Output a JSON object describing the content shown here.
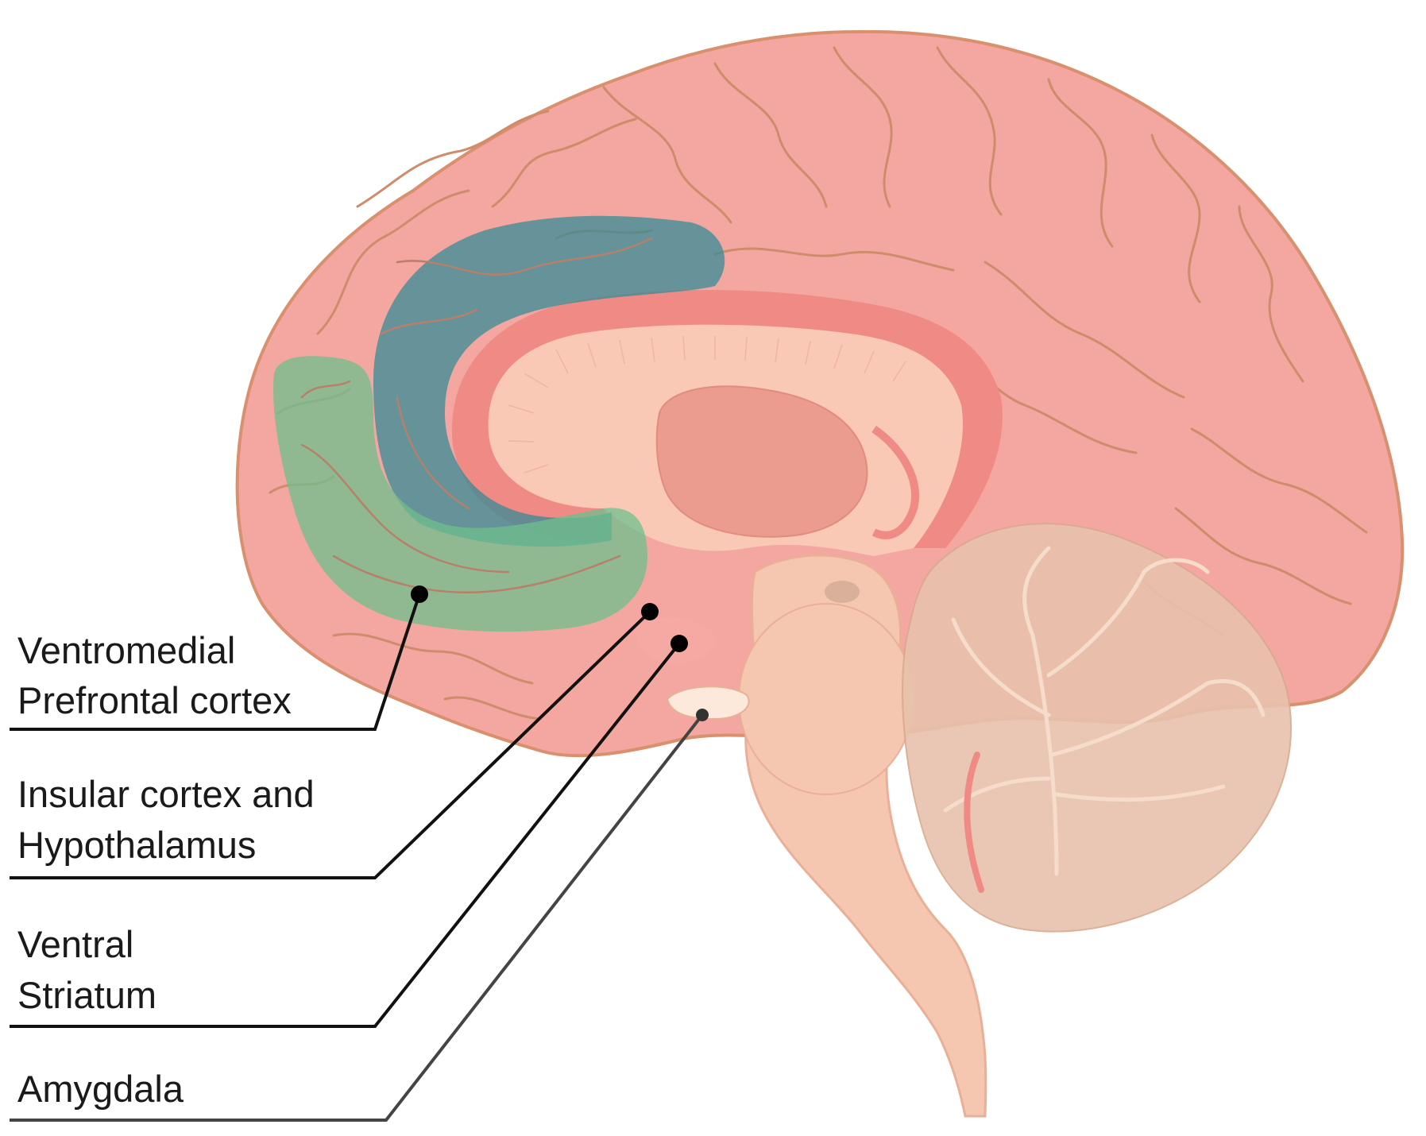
{
  "colors": {
    "cortex": "#f4a7a0",
    "cortex_edge": "#d9906e",
    "inner": "#f9c9b6",
    "corpus_callosum": "#f08a84",
    "thalamus": "#ec9c8e",
    "brainstem": "#f6c7b0",
    "cerebellum": "#e8c2ae",
    "vmpfc_region": "#6fbf8e",
    "acc_region": "#2f8a96",
    "leader_line": "#111111"
  },
  "labels": [
    {
      "id": "vmpfc",
      "lines": [
        "Ventromedial",
        "Prefrontal cortex"
      ]
    },
    {
      "id": "insula",
      "lines": [
        "Insular cortex and",
        "Hypothalamus"
      ]
    },
    {
      "id": "striatum",
      "lines": [
        "Ventral",
        "Striatum"
      ]
    },
    {
      "id": "amygdala",
      "lines": [
        "Amygdala"
      ]
    }
  ]
}
